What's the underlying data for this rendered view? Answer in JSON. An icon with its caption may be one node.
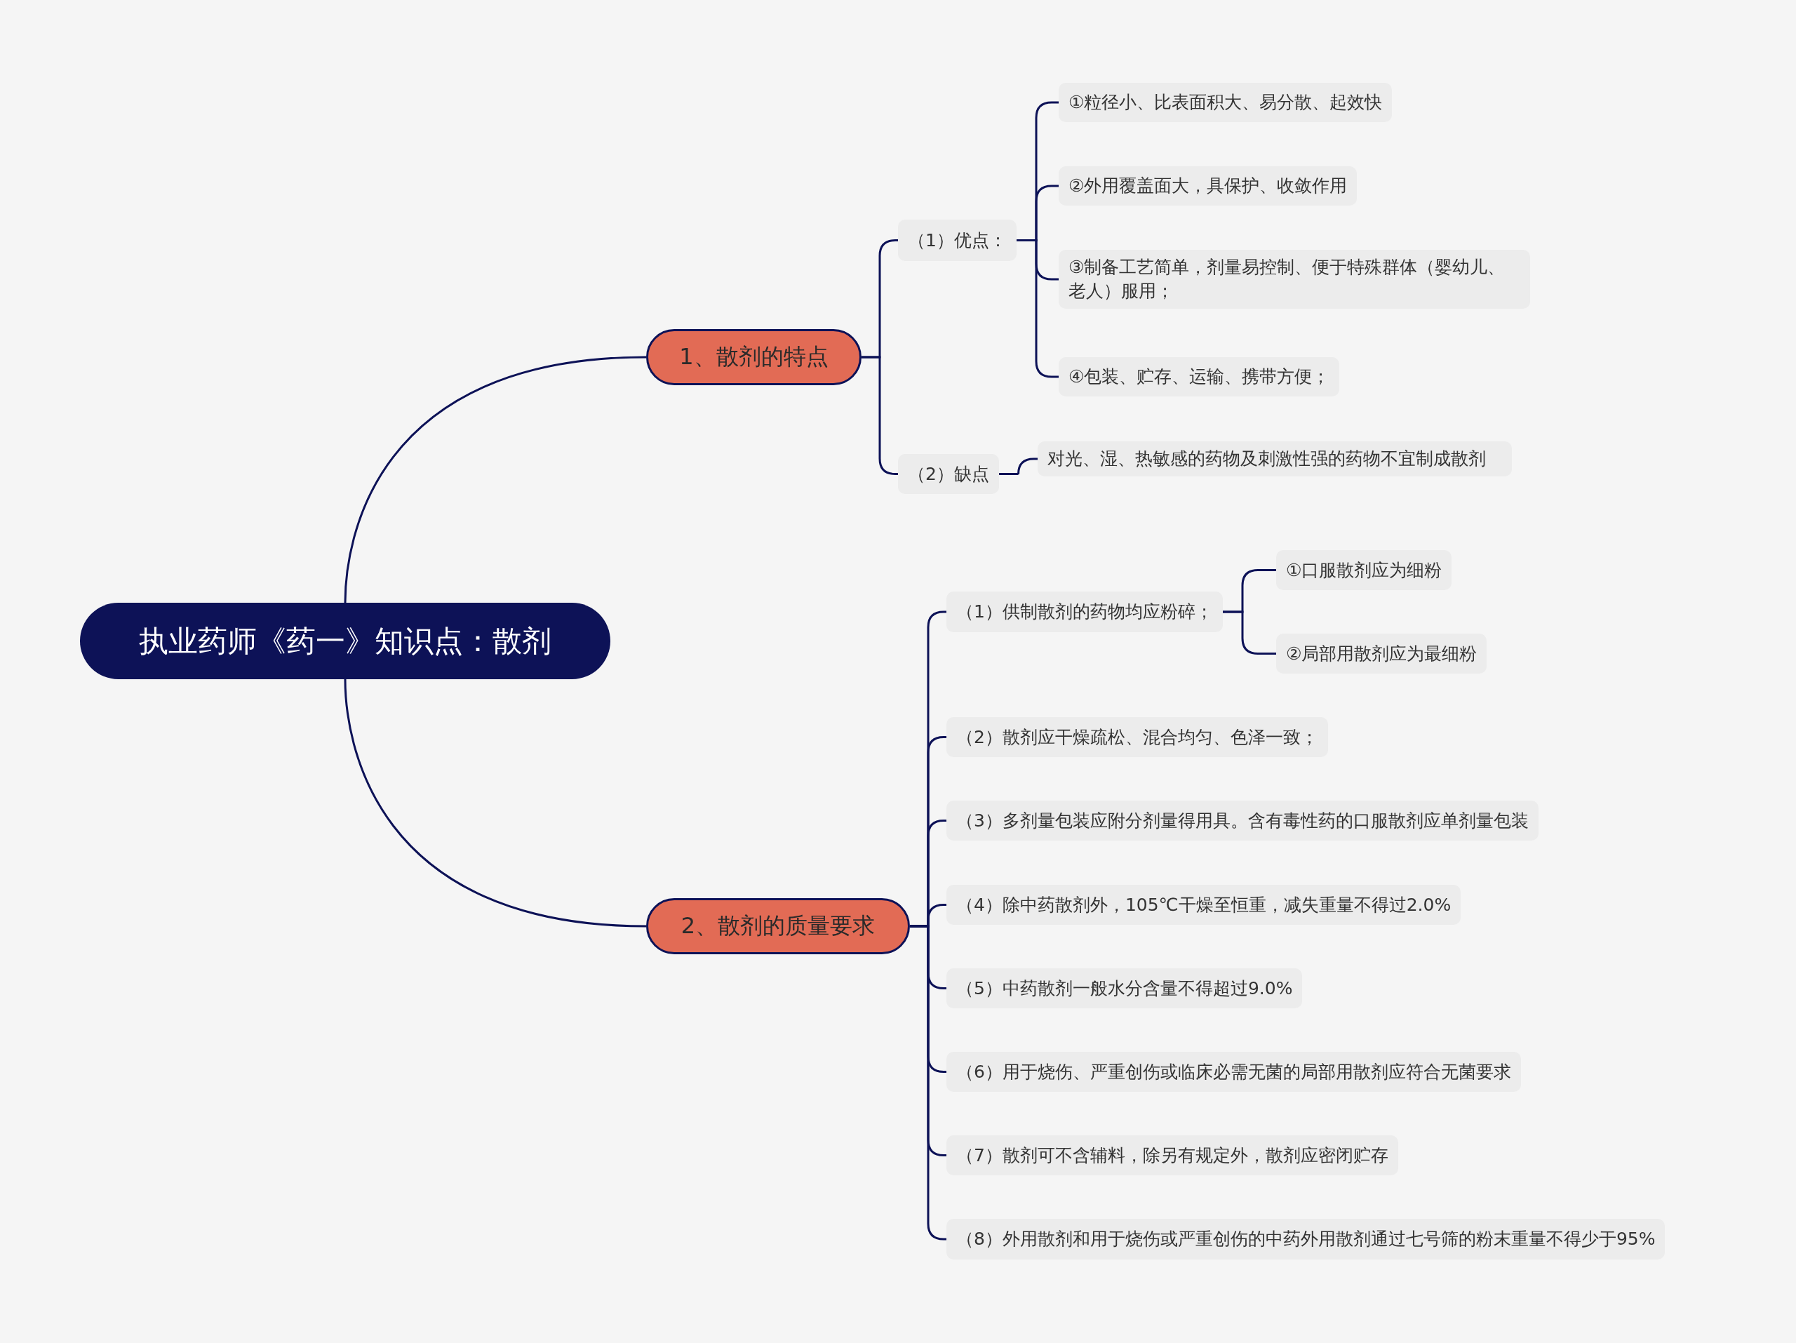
{
  "diagram": {
    "nodes": [
      {
        "text": [
          "执业药师《药一》知识点：散剂"
        ]
      },
      {
        "text": [
          "1、散剂的特点"
        ]
      },
      {
        "text": [
          "（1）优点："
        ]
      },
      {
        "text": [
          "①粒径小、比表面积大、易分散、起效快"
        ]
      },
      {
        "text": [
          "②外用覆盖面大，具保护、收敛作用"
        ]
      },
      {
        "text": [
          "③制备工艺简单，剂量易控制、便于特殊群体（婴幼儿、老人）服用；"
        ]
      },
      {
        "text": [
          "④包装、贮存、运输、携带方便；"
        ]
      },
      {
        "text": [
          "（2）缺点"
        ]
      },
      {
        "text": [
          "对光、湿、热敏感的药物及刺激性强的药物不宜制成散剂"
        ]
      },
      {
        "text": [
          "2、散剂的质量要求"
        ]
      },
      {
        "text": [
          "（1）供制散剂的药物均应粉碎；"
        ]
      },
      {
        "text": [
          "①口服散剂应为细粉"
        ]
      },
      {
        "text": [
          "②局部用散剂应为最细粉"
        ]
      },
      {
        "text": [
          "（2）散剂应干燥疏松、混合均匀、色泽一致；"
        ]
      },
      {
        "text": [
          "（3）多剂量包装应附分剂量得用具。含有毒性药的口服散剂应单剂量包装"
        ]
      },
      {
        "text": [
          "（4）除中药散剂外，105℃干燥至恒重，减失重量不得过2.0%"
        ]
      },
      {
        "text": [
          "（5）中药散剂一般水分含量不得超过9.0%"
        ]
      },
      {
        "text": [
          "（6）用于烧伤、严重创伤或临床必需无菌的局部用散剂应符合无菌要求"
        ]
      },
      {
        "text": [
          "（7）散剂可不含辅料，除另有规定外，散剂应密闭贮存"
        ]
      },
      {
        "text": [
          "（8）外用散剂和用于烧伤或严重创伤的中药外用散剂通过七号筛的粉末重量不得少于95%"
        ]
      }
    ],
    "edges": [
      {
        "from": 0,
        "to": 1,
        "arrow": "none"
      },
      {
        "from": 1,
        "to": 2,
        "arrow": "none"
      },
      {
        "from": 2,
        "to": 3,
        "arrow": "none"
      },
      {
        "from": 2,
        "to": 4,
        "arrow": "none"
      },
      {
        "from": 2,
        "to": 5,
        "arrow": "none"
      },
      {
        "from": 2,
        "to": 6,
        "arrow": "none"
      },
      {
        "from": 1,
        "to": 7,
        "arrow": "none"
      },
      {
        "from": 7,
        "to": 8,
        "arrow": "none"
      },
      {
        "from": 0,
        "to": 9,
        "arrow": "none"
      },
      {
        "from": 9,
        "to": 10,
        "arrow": "none"
      },
      {
        "from": 10,
        "to": 11,
        "arrow": "none"
      },
      {
        "from": 10,
        "to": 12,
        "arrow": "none"
      },
      {
        "from": 9,
        "to": 13,
        "arrow": "none"
      },
      {
        "from": 9,
        "to": 14,
        "arrow": "none"
      },
      {
        "from": 9,
        "to": 15,
        "arrow": "none"
      },
      {
        "from": 9,
        "to": 16,
        "arrow": "none"
      },
      {
        "from": 9,
        "to": 17,
        "arrow": "none"
      },
      {
        "from": 9,
        "to": 18,
        "arrow": "none"
      },
      {
        "from": 9,
        "to": 19,
        "arrow": "none"
      }
    ]
  }
}
